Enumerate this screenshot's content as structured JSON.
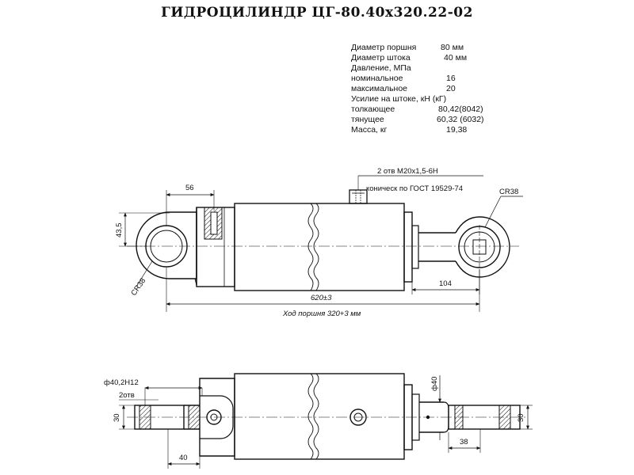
{
  "title": "ГИДРОЦИЛИНДР ЦГ-80.40х320.22-02",
  "specs": [
    {
      "label": "Диаметр поршня",
      "value": "80 мм"
    },
    {
      "label": "Диаметр штока",
      "value": "40 мм"
    },
    {
      "label": "Давление, МПа",
      "value": ""
    },
    {
      "label": "номинальное",
      "value": "16"
    },
    {
      "label": "максимальное",
      "value": "20"
    },
    {
      "label": "Усилие на штоке, кН (кГ)",
      "value": ""
    },
    {
      "label": "толкающее",
      "value": "80,42(8042)"
    },
    {
      "label": "тянущее",
      "value": "60,32 (6032)"
    },
    {
      "label": "Масса, кг",
      "value": "19,38"
    }
  ],
  "callouts": {
    "ports_line1": "2 отв M20x1,5-6H",
    "ports_line2": "коническ по ГОСТ 19529-74",
    "rod_eye_radius": "CR38",
    "base_eye_radius": "CR38"
  },
  "dimensions": {
    "eye_offset": "56",
    "eye_height": "43,5",
    "rod_end": "104",
    "overall_length": "620±3",
    "stroke": "Ход поршня 320+3 мм",
    "pin_hole": "ф40,2Н12",
    "holes": "2отв",
    "lug_width_left": "30",
    "lug_width_right": "30",
    "rod_diameter": "ф40",
    "left_lug_length": "40",
    "right_lug_length": "38"
  }
}
